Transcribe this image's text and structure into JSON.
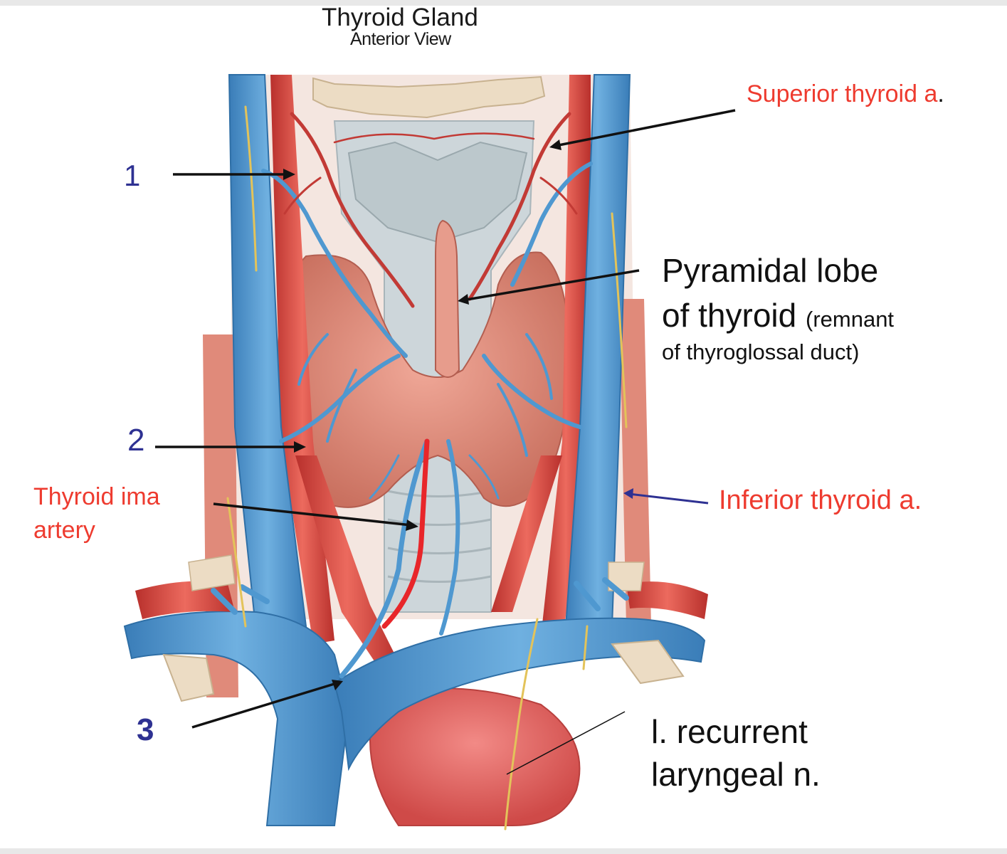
{
  "title": "Thyroid Gland",
  "subtitle": "Anterior View",
  "numbers": {
    "n1": "1",
    "n2": "2",
    "n3": "3"
  },
  "labels": {
    "superior_thyroid": "Superior thyroid a",
    "superior_thyroid_period": ".",
    "pyramidal_line1": "Pyramidal lobe",
    "pyramidal_line2": "of thyroid",
    "pyramidal_note1": "(remnant",
    "pyramidal_note2": "of thyroglossal duct)",
    "thyroid_ima_line1": "Thyroid ima",
    "thyroid_ima_line2": "artery",
    "inferior_thyroid": "Inferior thyroid a.",
    "recurrent_line1": "l. recurrent",
    "recurrent_line2": "laryngeal n."
  },
  "colors": {
    "vein": "#4a90c8",
    "artery": "#d9443c",
    "thyroid": "#d98a7e",
    "trachea": "#c9d2d6",
    "nerve": "#e8cc6a",
    "label_red": "#ee3b2f",
    "label_blue": "#2e3192"
  }
}
